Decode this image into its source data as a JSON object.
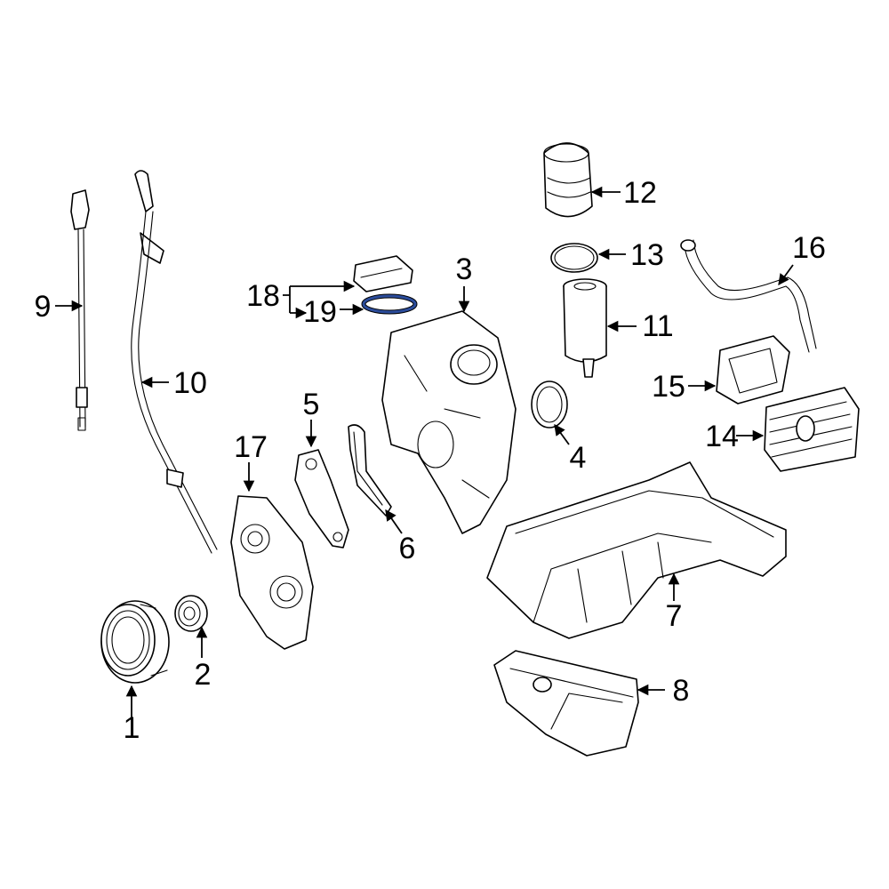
{
  "callouts": {
    "c1": "1",
    "c2": "2",
    "c3": "3",
    "c4": "4",
    "c5": "5",
    "c6": "6",
    "c7": "7",
    "c8": "8",
    "c9": "9",
    "c10": "10",
    "c11": "11",
    "c12": "12",
    "c13": "13",
    "c14": "14",
    "c15": "15",
    "c16": "16",
    "c17": "17",
    "c18": "18",
    "c19": "19"
  },
  "colors": {
    "line": "#000000",
    "highlight": "#2b4c9b",
    "background": "#ffffff"
  }
}
